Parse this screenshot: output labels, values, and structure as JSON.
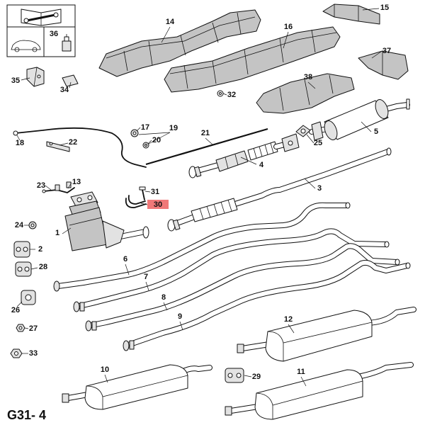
{
  "diagram": {
    "page_code": "G31- 4",
    "highlight_color": "#f07878",
    "icons": [
      "book-wrench-icon",
      "car-outline-icon"
    ],
    "callouts": [
      "1",
      "2",
      "3",
      "4",
      "5",
      "6",
      "7",
      "8",
      "9",
      "10",
      "11",
      "12",
      "13",
      "14",
      "15",
      "16",
      "17",
      "18",
      "19",
      "20",
      "21",
      "22",
      "23",
      "24",
      "25",
      "26",
      "27",
      "28",
      "29",
      "30",
      "31",
      "32",
      "33",
      "34",
      "35",
      "36",
      "37",
      "38"
    ]
  }
}
